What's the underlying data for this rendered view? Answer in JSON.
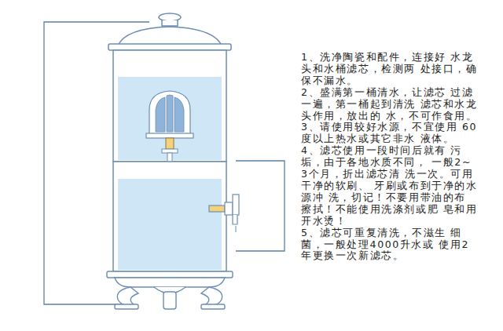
{
  "diagram": {
    "labels": [
      "1、洗净陶瓷和配件，连接好 水龙头和水桶滤芯，检测两 处接口，确保不漏水。",
      "2、盛满第一桶清水，让滤芯 过滤一遍，第一桶起到清洗 滤芯和水龙头作用，放出的 水，不可作食用。",
      "3、请使用较好水源，不宜使用 60度以上热水或其它非水 液体。",
      "4、滤芯使用一段时间后就有 污垢，由于各地水质不同， 一般2~3个月，折出滤芯清 洗一次。可用干净的软刷、 牙刷或布到于净的水源冲 洗，切记！不要用带油的布 擦拭！不能使用洗涤剂或肥 皂和用开水烫！",
      "5、滤芯可重复清洗，不滋生 细菌，一般处理4000升水或 使用2年更换一次新滤芯。"
    ]
  }
}
